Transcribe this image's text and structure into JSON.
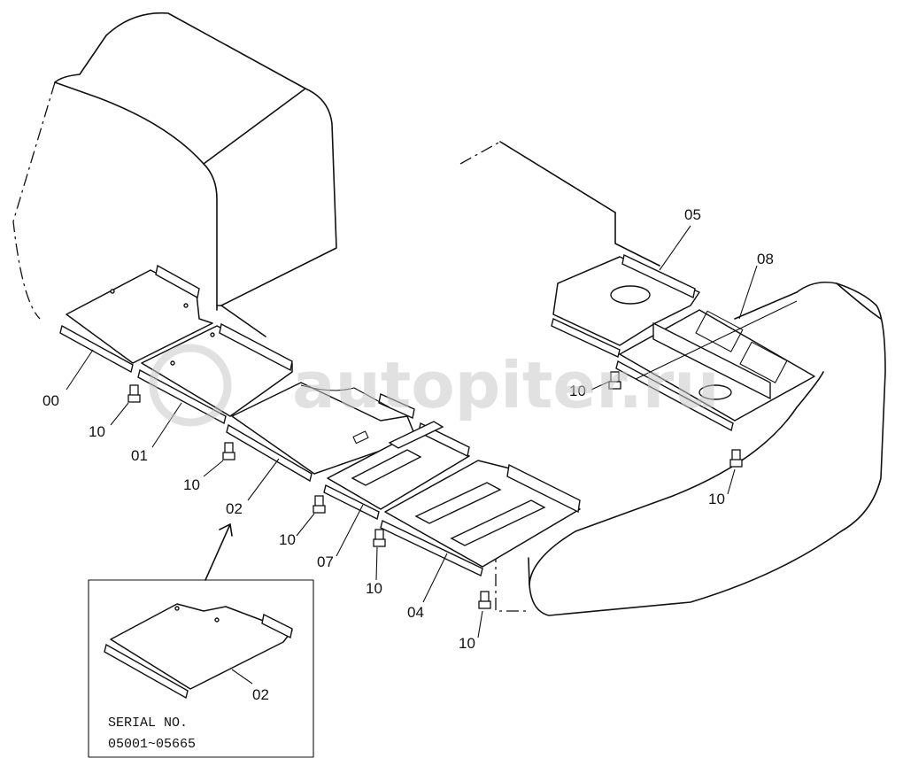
{
  "watermark": "autopiter.ru",
  "callouts": {
    "c00": "00",
    "c01": "01",
    "c02": "02",
    "c02_inset": "02",
    "c04": "04",
    "c05": "05",
    "c07": "07",
    "c08": "08",
    "bolt": "10"
  },
  "inset": {
    "serial_label": "SERIAL NO.",
    "serial_range": "05001~05665"
  }
}
